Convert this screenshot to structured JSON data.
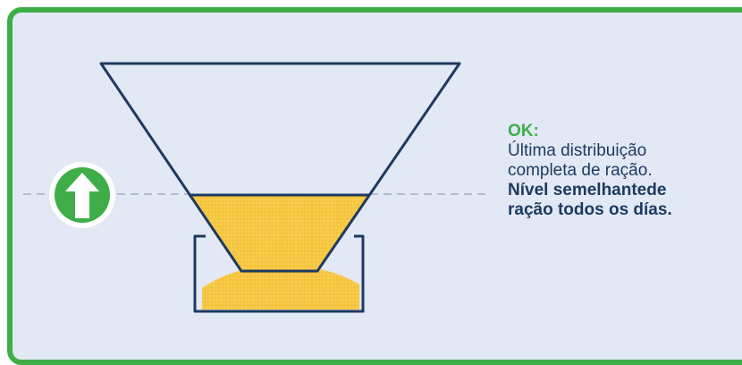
{
  "status": {
    "label": "OK:",
    "color": "#3fae49"
  },
  "description": {
    "line1": "Última distribuição",
    "line2": "completa de ração.",
    "line3": "Nível semelhantede",
    "line4": "ração todos os días."
  },
  "colors": {
    "panel_background": "#e2e8f4",
    "border": "#3fae49",
    "feed": "#f7c843",
    "outline": "#1d3a5f",
    "dashed_line": "#b5bccb"
  },
  "icons": {
    "indicator": "arrow-up-icon"
  }
}
